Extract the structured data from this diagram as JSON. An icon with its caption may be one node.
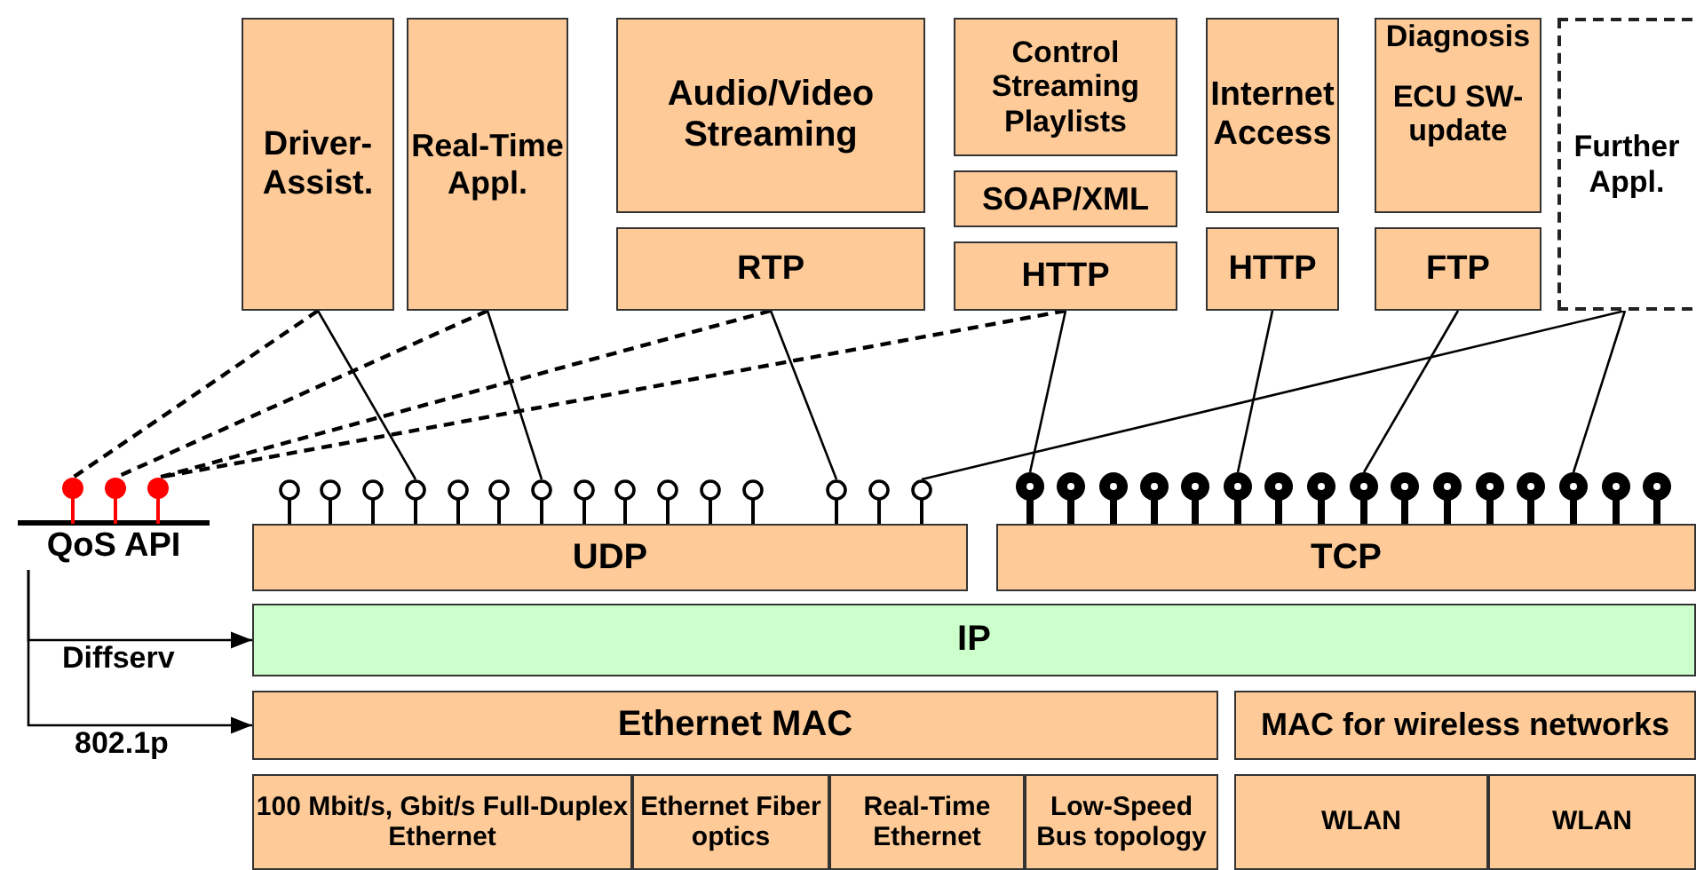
{
  "diagram": {
    "nodes": [
      {
        "text": [
          "Driver-Assist."
        ]
      },
      {
        "text": [
          "Real-Time Appl."
        ]
      },
      {
        "text": [
          "Audio/Video Streaming"
        ]
      },
      {
        "text": [
          "RTP"
        ]
      },
      {
        "text": [
          "Control Streaming Playlists"
        ]
      },
      {
        "text": [
          "SOAP/XML"
        ]
      },
      {
        "text": [
          "HTTP"
        ]
      },
      {
        "text": [
          "Internet Access"
        ]
      },
      {
        "text": [
          "HTTP"
        ]
      },
      {
        "text": [
          "Diagnosis",
          "ECU SW-update"
        ]
      },
      {
        "text": [
          "FTP"
        ]
      },
      {
        "text": [
          "Further Appl."
        ]
      },
      {
        "text": [
          "QoS API"
        ]
      },
      {
        "text": [],
        "shape": "circle"
      },
      {
        "text": [],
        "shape": "circle"
      },
      {
        "text": [],
        "shape": "circle"
      },
      {
        "text": [
          "UDP"
        ]
      },
      {
        "text": [],
        "shape": "circle"
      },
      {
        "text": [],
        "shape": "circle"
      },
      {
        "text": [],
        "shape": "circle"
      },
      {
        "text": [],
        "shape": "circle"
      },
      {
        "text": [],
        "shape": "circle"
      },
      {
        "text": [],
        "shape": "circle"
      },
      {
        "text": [],
        "shape": "circle"
      },
      {
        "text": [],
        "shape": "circle"
      },
      {
        "text": [],
        "shape": "circle"
      },
      {
        "text": [],
        "shape": "circle"
      },
      {
        "text": [],
        "shape": "circle"
      },
      {
        "text": [],
        "shape": "circle"
      },
      {
        "text": [],
        "shape": "circle"
      },
      {
        "text": [],
        "shape": "circle"
      },
      {
        "text": [],
        "shape": "circle"
      },
      {
        "text": [
          "TCP"
        ]
      },
      {
        "text": [],
        "shape": "circle"
      },
      {
        "text": [],
        "shape": "circle"
      },
      {
        "text": [],
        "shape": "circle"
      },
      {
        "text": [],
        "shape": "circle"
      },
      {
        "text": [],
        "shape": "circle"
      },
      {
        "text": [],
        "shape": "circle"
      },
      {
        "text": [],
        "shape": "circle"
      },
      {
        "text": [],
        "shape": "circle"
      },
      {
        "text": [],
        "shape": "circle"
      },
      {
        "text": [],
        "shape": "circle"
      },
      {
        "text": [],
        "shape": "circle"
      },
      {
        "text": [],
        "shape": "circle"
      },
      {
        "text": [],
        "shape": "circle"
      },
      {
        "text": [],
        "shape": "circle"
      },
      {
        "text": [],
        "shape": "circle"
      },
      {
        "text": [],
        "shape": "circle"
      },
      {
        "text": [
          "IP"
        ]
      },
      {
        "text": [
          "Ethernet MAC"
        ]
      },
      {
        "text": [
          "MAC for wireless networks"
        ]
      },
      {
        "text": [
          "100 Mbit/s, Gbit/s Full-Duplex Ethernet"
        ]
      },
      {
        "text": [
          "Ethernet Fiber optics"
        ]
      },
      {
        "text": [
          "Real-Time Ethernet"
        ]
      },
      {
        "text": [
          "Low-Speed Bus topology"
        ]
      },
      {
        "text": [
          "WLAN"
        ]
      },
      {
        "text": [
          "WLAN"
        ]
      }
    ],
    "edges": [
      {
        "from": 0,
        "to": 13,
        "arrow": "none",
        "style": "dashed"
      },
      {
        "from": 0,
        "to": 20,
        "arrow": "none"
      },
      {
        "from": 1,
        "to": 14,
        "arrow": "none",
        "style": "dashed"
      },
      {
        "from": 1,
        "to": 23,
        "arrow": "none"
      },
      {
        "from": 3,
        "to": 15,
        "arrow": "none",
        "style": "dashed"
      },
      {
        "from": 3,
        "to": 29,
        "arrow": "none"
      },
      {
        "from": 6,
        "to": 15,
        "arrow": "none",
        "style": "dashed"
      },
      {
        "from": 6,
        "to": 33,
        "arrow": "none"
      },
      {
        "from": 8,
        "to": 38,
        "arrow": "none"
      },
      {
        "from": 10,
        "to": 41,
        "arrow": "none"
      },
      {
        "from": 11,
        "to": 31,
        "arrow": "none"
      },
      {
        "from": 11,
        "to": 46,
        "arrow": "none"
      },
      {
        "from": 12,
        "to": 49,
        "arrow": "to",
        "label": "Diffserv"
      },
      {
        "from": 12,
        "to": 50,
        "arrow": "to",
        "label": "802.1p"
      }
    ]
  }
}
